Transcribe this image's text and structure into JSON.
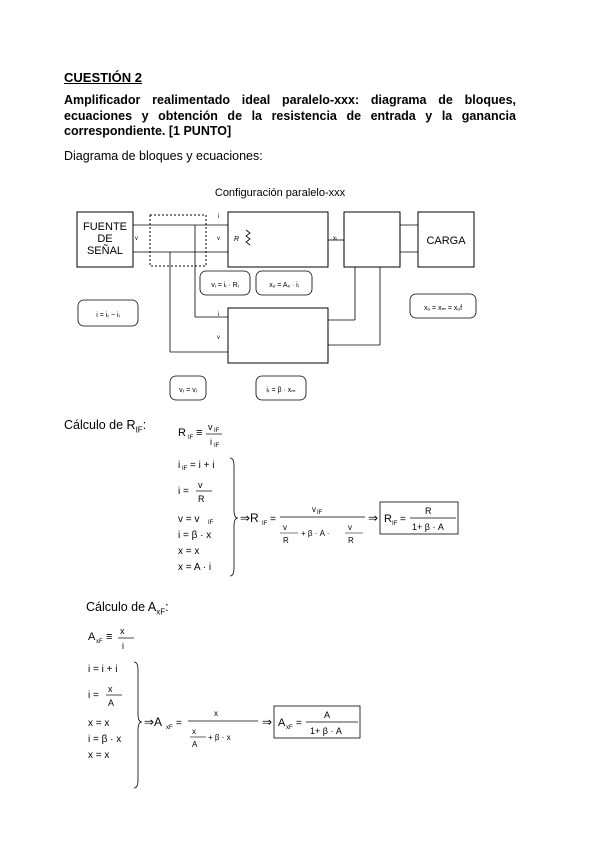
{
  "heading": "CUESTIÓN 2",
  "statement": "Amplificador realimentado ideal paralelo-xxx: diagrama de bloques, ecuaciones y obtención de la resistencia de entrada y la ganancia correspondiente. [1 PUNTO]",
  "diagram_intro": "Diagrama de bloques y ecuaciones:",
  "diagram": {
    "caption": "Configuración paralelo-xxx",
    "source_line1": "FUENTE",
    "source_line2": "DE",
    "source_line3": "SEÑAL",
    "load": "CARGA",
    "eq_vi": "vᵢ = iᵢ · Rᵢ",
    "eq_xo": "xₒ = Aₓ · iᵢ",
    "eq_xo_xm": "xₒ = xₘ = xₒf",
    "eq_i": "i = iᵣ − iᵢ",
    "eq_vr": "vᵣ = vᵢ",
    "eq_ir": "iᵣ = β · xₘ"
  },
  "rif": {
    "intro": "Cálculo de R",
    "intro_sub": "IF",
    "result_num": "R",
    "result_den": "1+ β · A"
  },
  "axf": {
    "intro": "Cálculo de A",
    "intro_sub": "xF",
    "result_num": "A",
    "result_den": "1+ β · A"
  }
}
